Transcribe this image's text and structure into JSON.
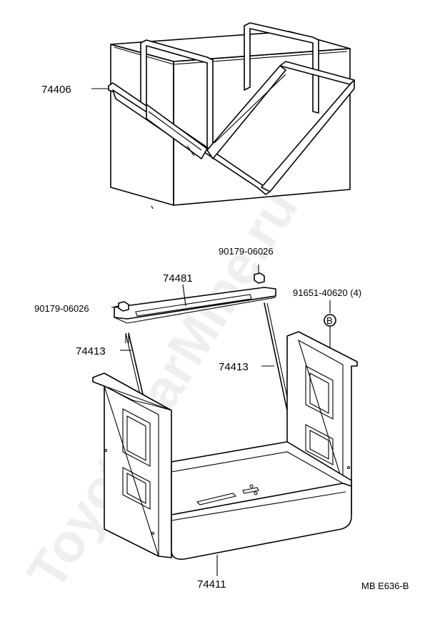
{
  "diagram": {
    "watermark": "ToyotaCarMine.ru",
    "drawing_code": "MB E636-B",
    "callouts": [
      {
        "id": "battery-hold-down-clamp",
        "label": "74406"
      },
      {
        "id": "battery-hold-down-bar",
        "label": "74481"
      },
      {
        "id": "nut-right",
        "label": "90179-06026"
      },
      {
        "id": "nut-left",
        "label": "90179-06026"
      },
      {
        "id": "bolt-b",
        "label": "91651-40620 (4)"
      },
      {
        "id": "symbol-b",
        "label": "B"
      },
      {
        "id": "rod-left",
        "label": "74413"
      },
      {
        "id": "rod-right",
        "label": "74413"
      },
      {
        "id": "battery-carrier",
        "label": "74411"
      }
    ]
  }
}
